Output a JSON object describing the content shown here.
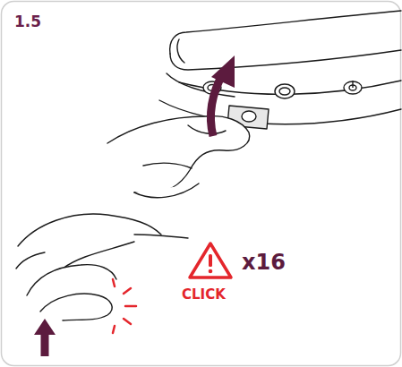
{
  "diagram": {
    "labels": [
      "1.5",
      "x16",
      "CLICK"
    ]
  }
}
